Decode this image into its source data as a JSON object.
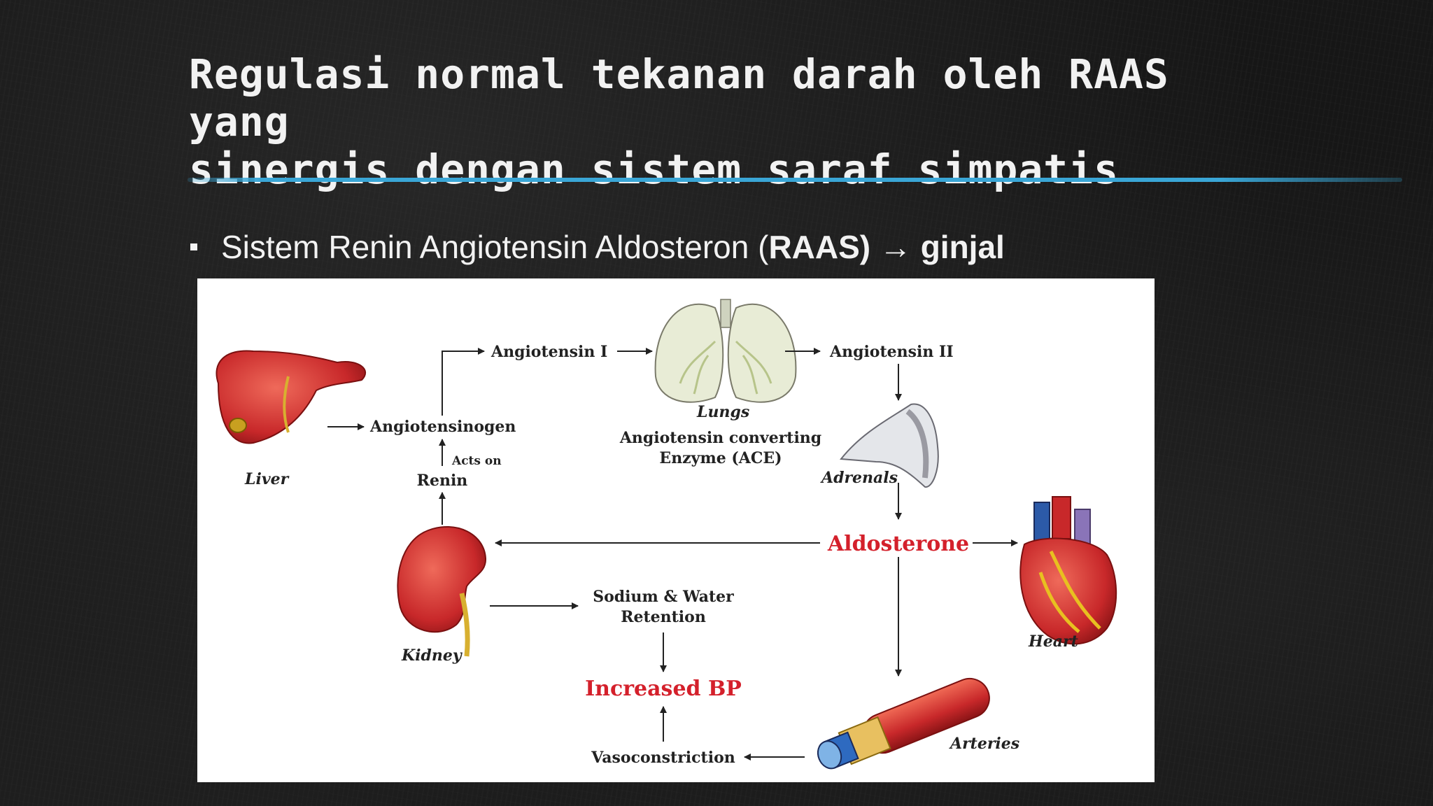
{
  "slide": {
    "title_line1": "Regulasi normal tekanan darah oleh RAAS yang",
    "title_line2": "sinergis dengan sistem saraf simpatis",
    "bullet_text": "Sistem Renin Angiotensin Aldosteron (",
    "bullet_bold_raas": "RAAS)",
    "bullet_arrow": "→",
    "bullet_bold_target": "ginjal"
  },
  "diagram": {
    "angiotensin_1": "Angiotensin I",
    "angiotensin_2": "Angiotensin II",
    "angiotensinogen": "Angiotensinogen",
    "acts_on": "Acts on",
    "renin": "Renin",
    "liver": "Liver",
    "lungs": "Lungs",
    "ace_line1": "Angiotensin converting",
    "ace_line2": "Enzyme (ACE)",
    "adrenals": "Adrenals",
    "aldosterone": "Aldosterone",
    "heart": "Heart",
    "kidney": "Kidney",
    "sodium_line1": "Sodium & Water",
    "sodium_line2": "Retention",
    "increased_bp": "Increased BP",
    "vasoconstriction": "Vasoconstriction",
    "arteries": "Arteries"
  },
  "colors": {
    "accent_line": "#3aa6d6",
    "highlight_red": "#d4202b",
    "organ_red": "#c8282a"
  }
}
